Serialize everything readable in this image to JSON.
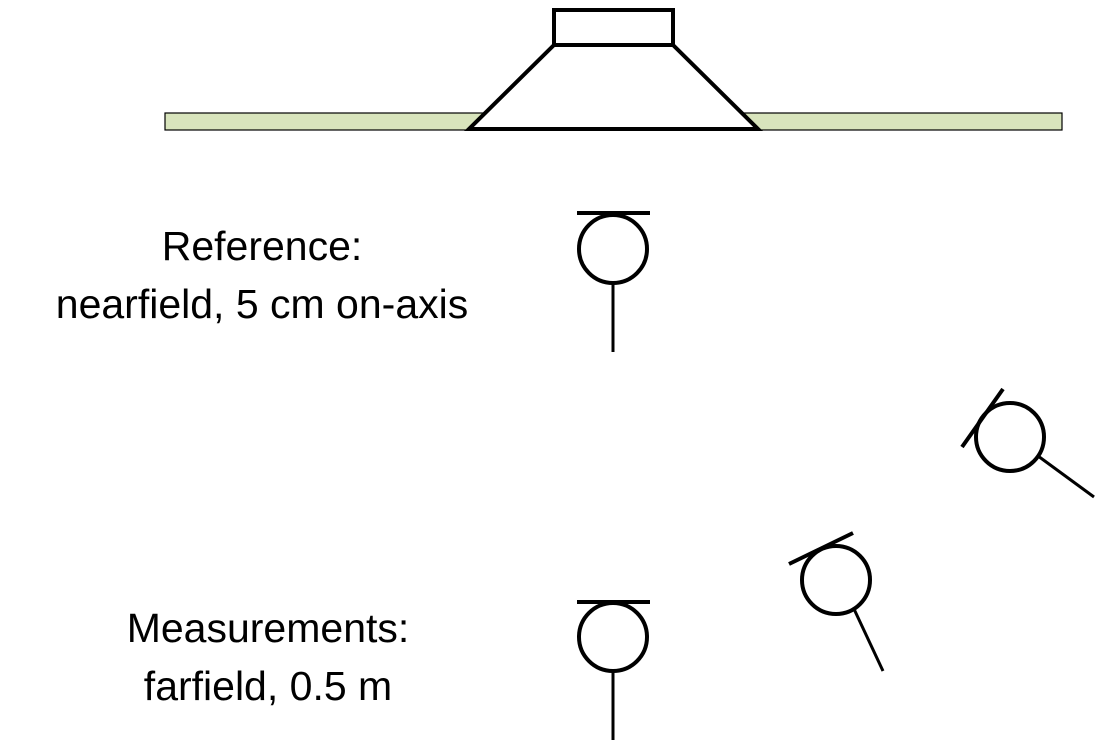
{
  "reference": {
    "line1": "Reference:",
    "line2": "nearfield, 5 cm on-axis"
  },
  "measurements": {
    "line1": "Measurements:",
    "line2": "farfield, 0.5 m"
  },
  "colors": {
    "baffle_fill": "#d8e4bc",
    "stroke": "#000000",
    "background": "#ffffff"
  },
  "icons": {
    "speaker": "loudspeaker-icon",
    "microphone": "microphone-icon"
  }
}
